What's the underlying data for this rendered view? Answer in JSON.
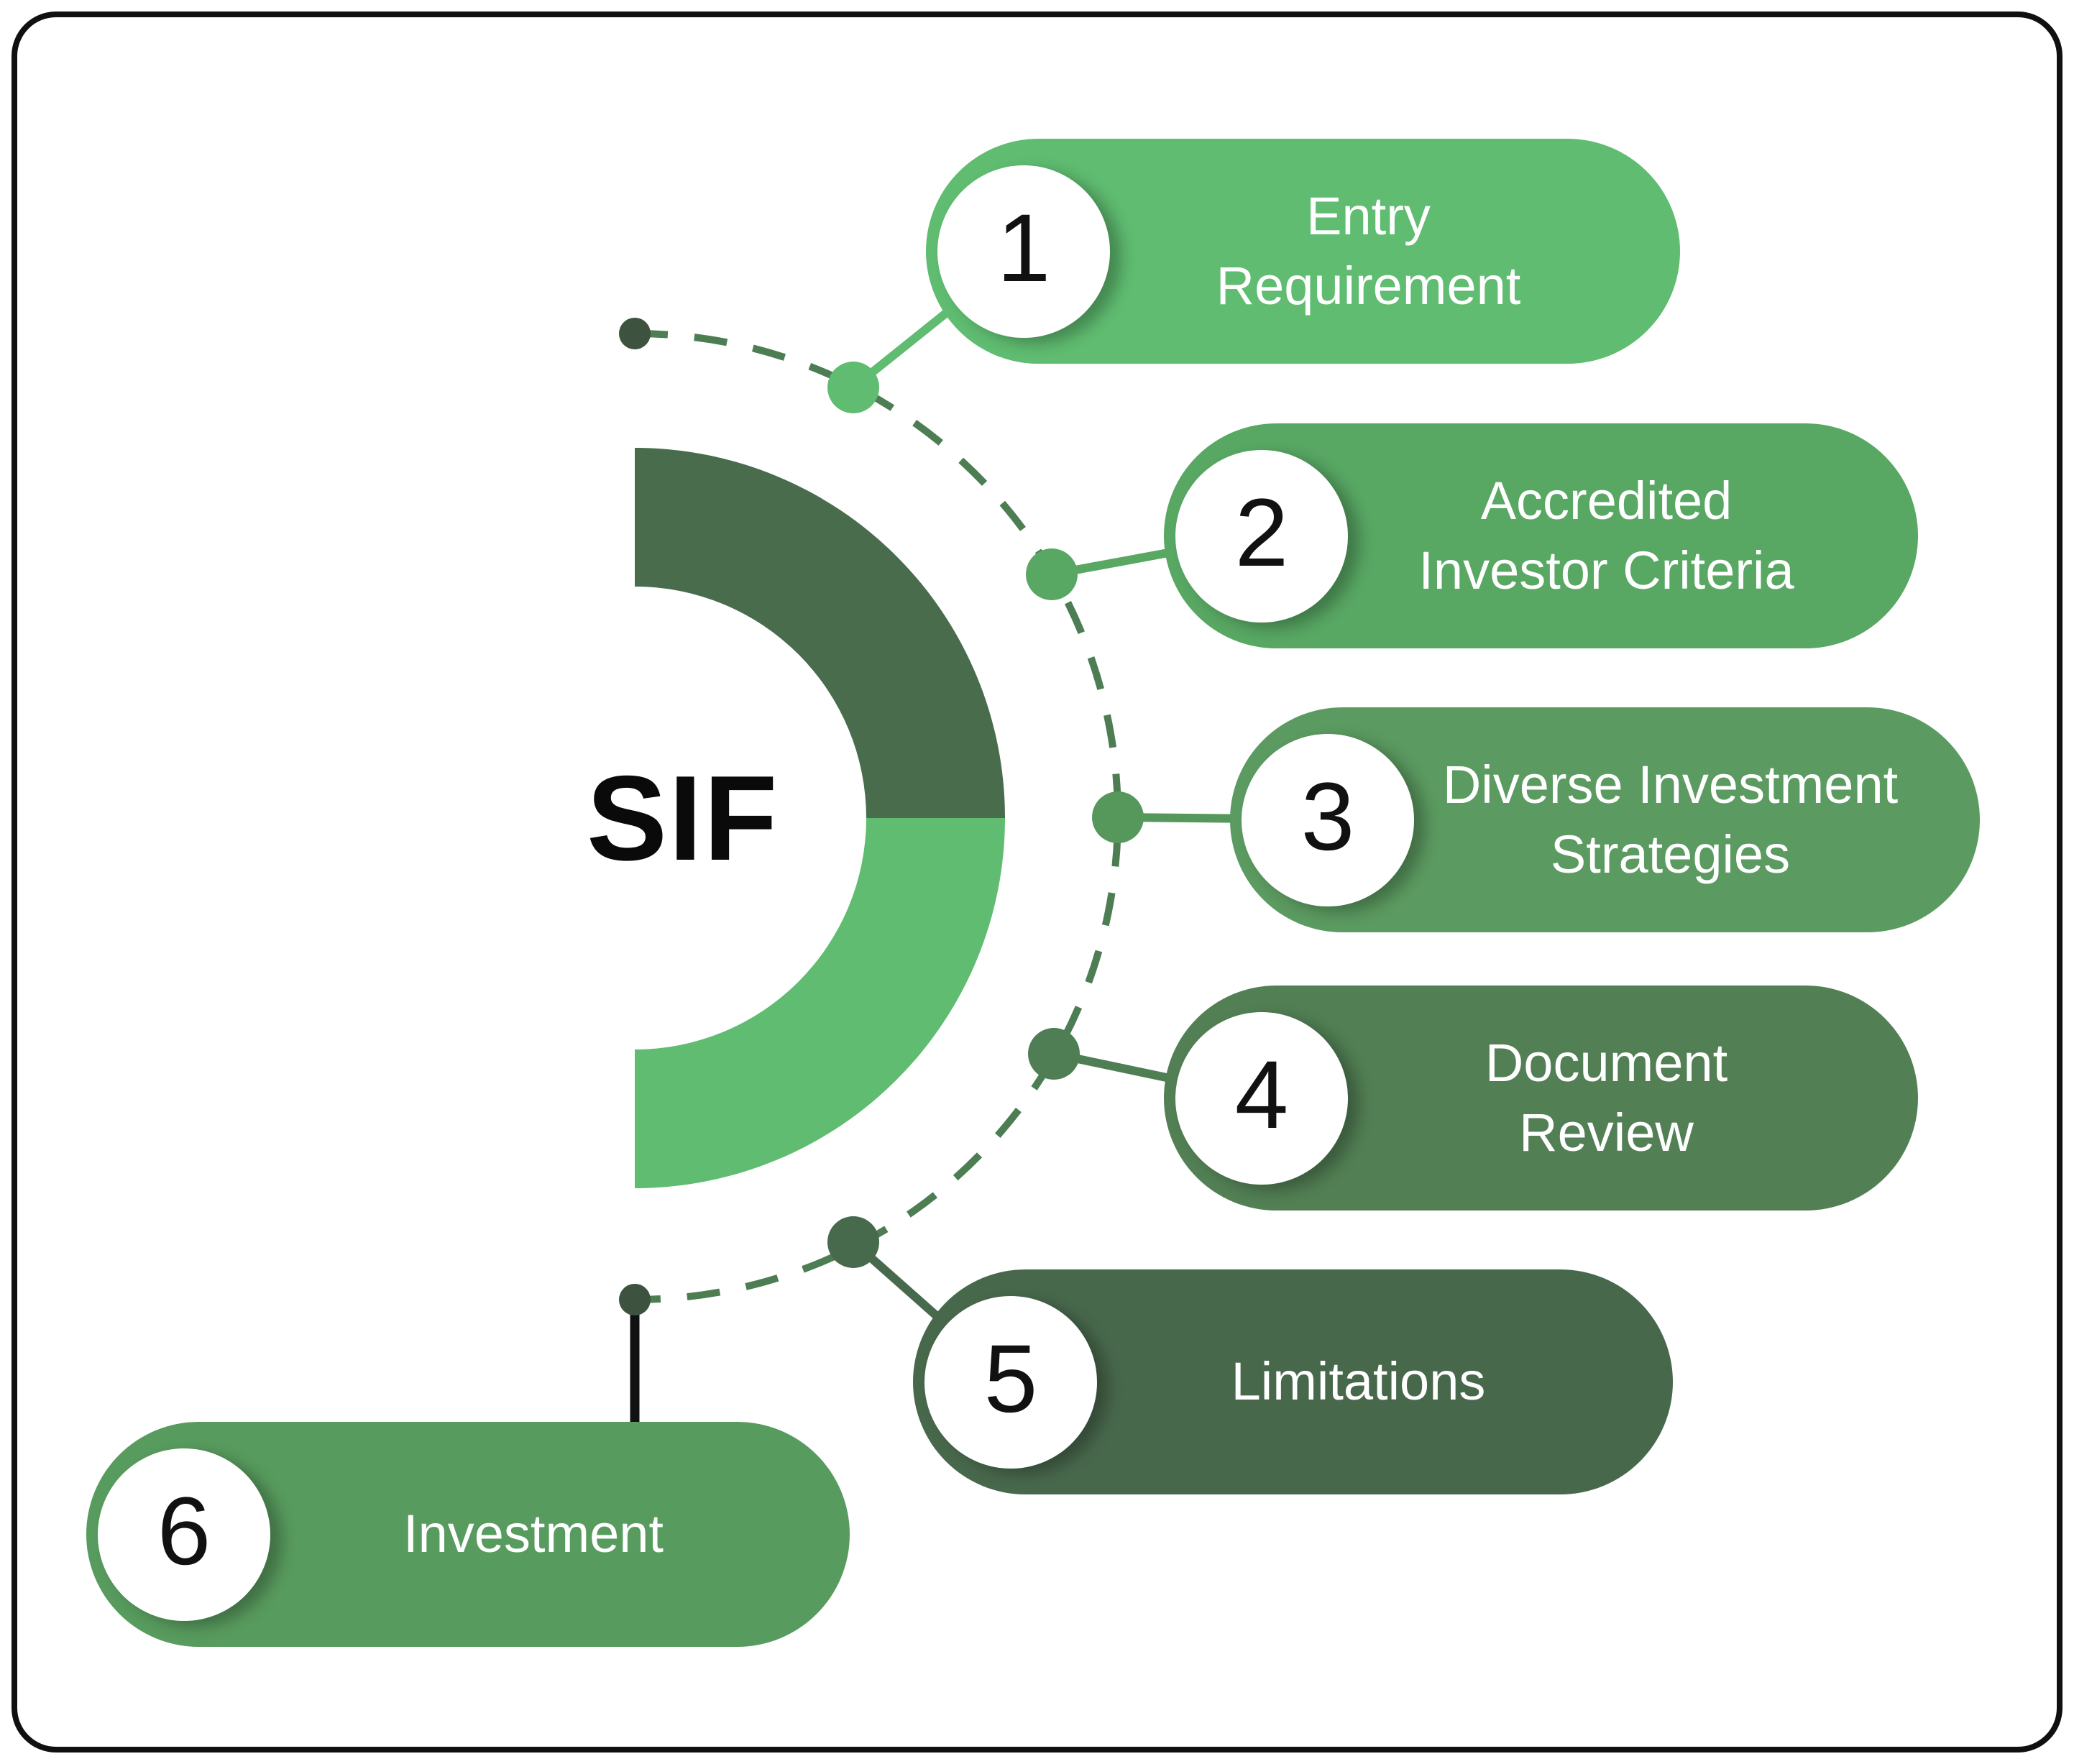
{
  "page": {
    "background": "#ffffff",
    "frame_border_color": "#101010"
  },
  "center": {
    "title": "SIF"
  },
  "items": [
    {
      "number": "1",
      "label": "Entry Requirement",
      "lines": [
        "Entry",
        "Requirement"
      ],
      "color": "#5fbc70"
    },
    {
      "number": "2",
      "label": "Accredited Investor Criteria",
      "lines": [
        "Accredited",
        "Investor Criteria"
      ],
      "color": "#58a763"
    },
    {
      "number": "3",
      "label": "Diverse Investment Strategies",
      "lines": [
        "Diverse Investment",
        "Strategies"
      ],
      "color": "#5b9a60"
    },
    {
      "number": "4",
      "label": "Document Review",
      "lines": [
        "Document",
        "Review"
      ],
      "color": "#527f54"
    },
    {
      "number": "5",
      "label": "Limitations",
      "lines": [
        "Limitations"
      ],
      "color": "#48684c"
    },
    {
      "number": "6",
      "label": "Investment",
      "lines": [
        "Investment"
      ],
      "color": "#589b5e"
    }
  ],
  "diagram": {
    "donut_top_color": "#486c4c",
    "donut_bottom_color": "#5fbc70",
    "dashed_arc_color": "#4d7d53",
    "end_dot_color": "#3d533f",
    "dot_colors": [
      "#5fbc70",
      "#58a763",
      "#56975c",
      "#4f7e54",
      "#47694c"
    ],
    "investment_line_color": "#111111",
    "number_color": "#111111",
    "label_color": "#ffffff"
  }
}
